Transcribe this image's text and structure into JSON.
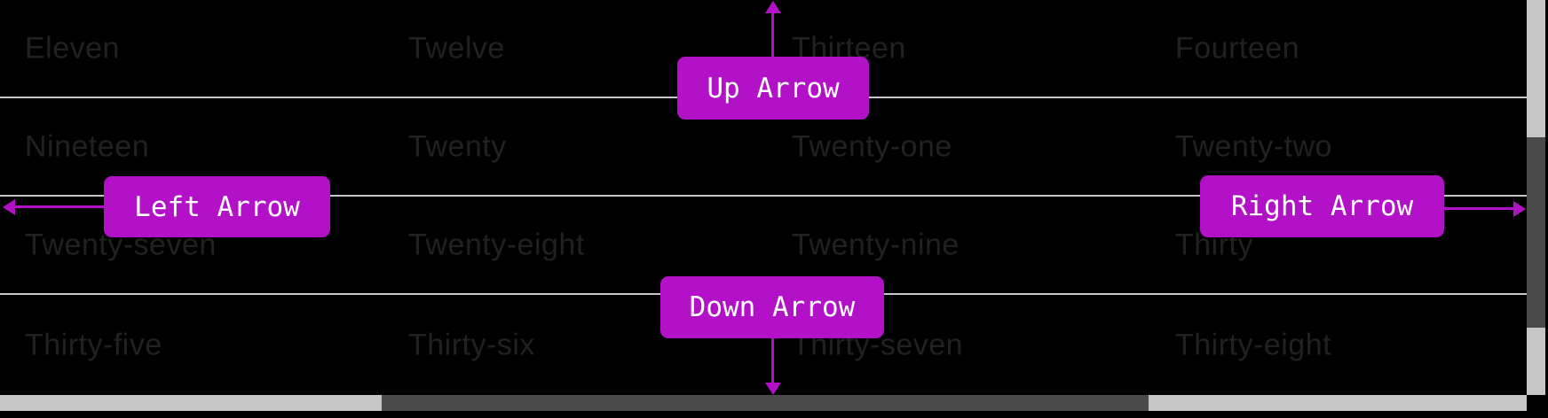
{
  "grid": {
    "rows": [
      {
        "cells": [
          "Eleven",
          "Twelve",
          "Thirteen",
          "Fourteen"
        ]
      },
      {
        "cells": [
          "Nineteen",
          "Twenty",
          "Twenty-one",
          "Twenty-two"
        ]
      },
      {
        "cells": [
          "Twenty-seven",
          "Twenty-eight",
          "Twenty-nine",
          "Thirty"
        ]
      },
      {
        "cells": [
          "Thirty-five",
          "Thirty-six",
          "Thirty-seven",
          "Thirty-eight"
        ]
      }
    ]
  },
  "annotations": {
    "up": {
      "label": "Up Arrow"
    },
    "down": {
      "label": "Down Arrow"
    },
    "left": {
      "label": "Left Arrow"
    },
    "right": {
      "label": "Right Arrow"
    }
  },
  "colors": {
    "background": "#000000",
    "cell_text": "#212121",
    "row_border": "#c8c8c8",
    "accent": "#b211c7",
    "label_text": "#ffffff",
    "scrollbar_track": "#c6c6c6",
    "scrollbar_thumb": "#4a4a4a"
  }
}
